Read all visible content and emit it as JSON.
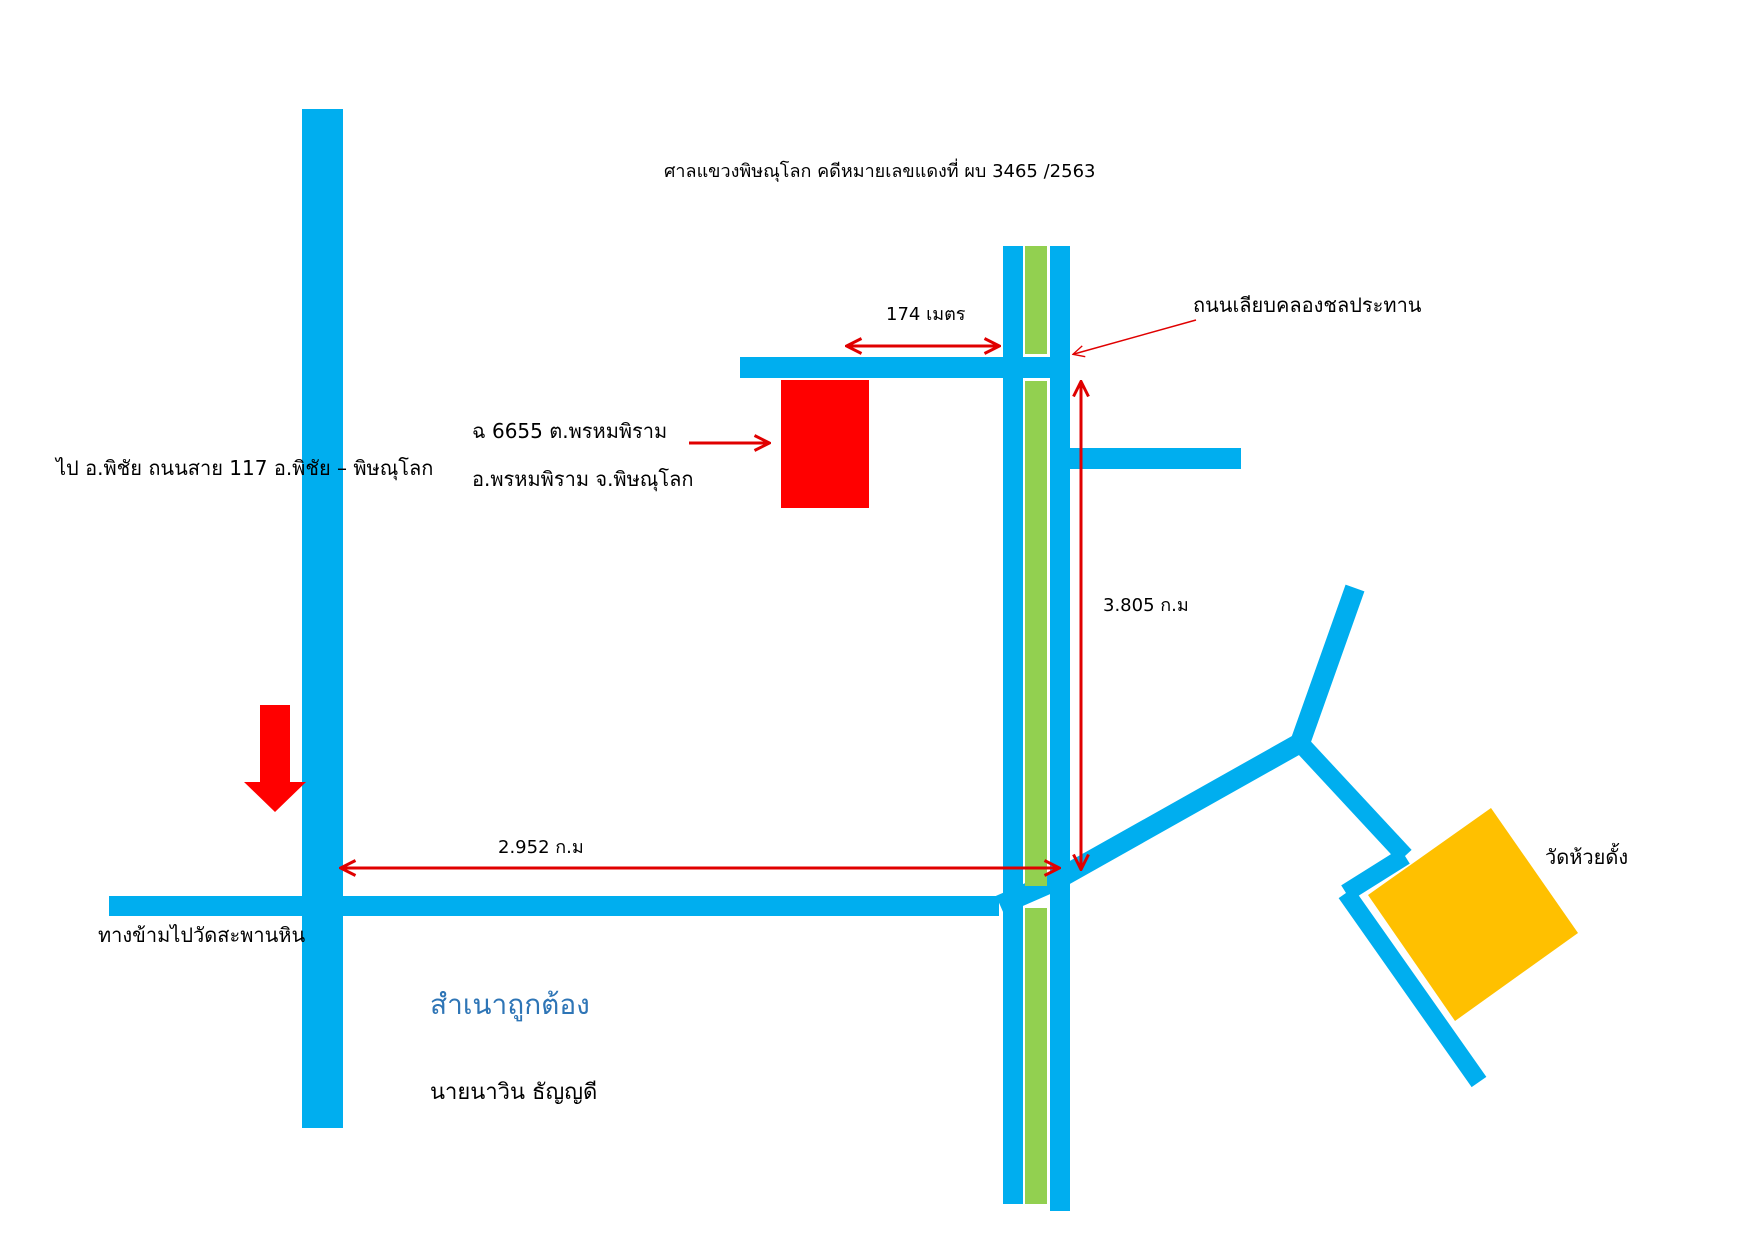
{
  "colors": {
    "road": "#00AEEF",
    "canal": "#92D050",
    "arrow": "#E00000",
    "marker": "#FF0000",
    "temple": "#FFC000",
    "certified": "#2E75B6",
    "text": "#000000"
  },
  "header": {
    "title": "ศาลแขวงพิษณุโลก  คดีหมายเลขแดงที่ ผบ 3465 /2563"
  },
  "labels": {
    "canal_road": "ถนนเลียบคลองชลประทาน",
    "distance_top": "174  เมตร",
    "distance_vertical": "3.805  ก.ม",
    "distance_bottom": "2.952  ก.ม",
    "highway": "ไป อ.พิชัย   ถนนสาย  117    อ.พิชัย – พิษณุโลก",
    "property_line1": "ฉ  6655  ต.พรหมพิราม",
    "property_line2": "อ.พรหมพิราม  จ.พิษณุโลก",
    "crossing": "ทางข้ามไปวัดสะพานหิน",
    "temple": "วัดห้วยดั้ง",
    "certified": "สำเนาถูกต้อง",
    "signer": "นายนาวิน   ธัญญดี"
  },
  "icons": {
    "property_marker": "red-rectangle",
    "temple_marker": "yellow-square",
    "direction_arrow": "down-arrow"
  }
}
